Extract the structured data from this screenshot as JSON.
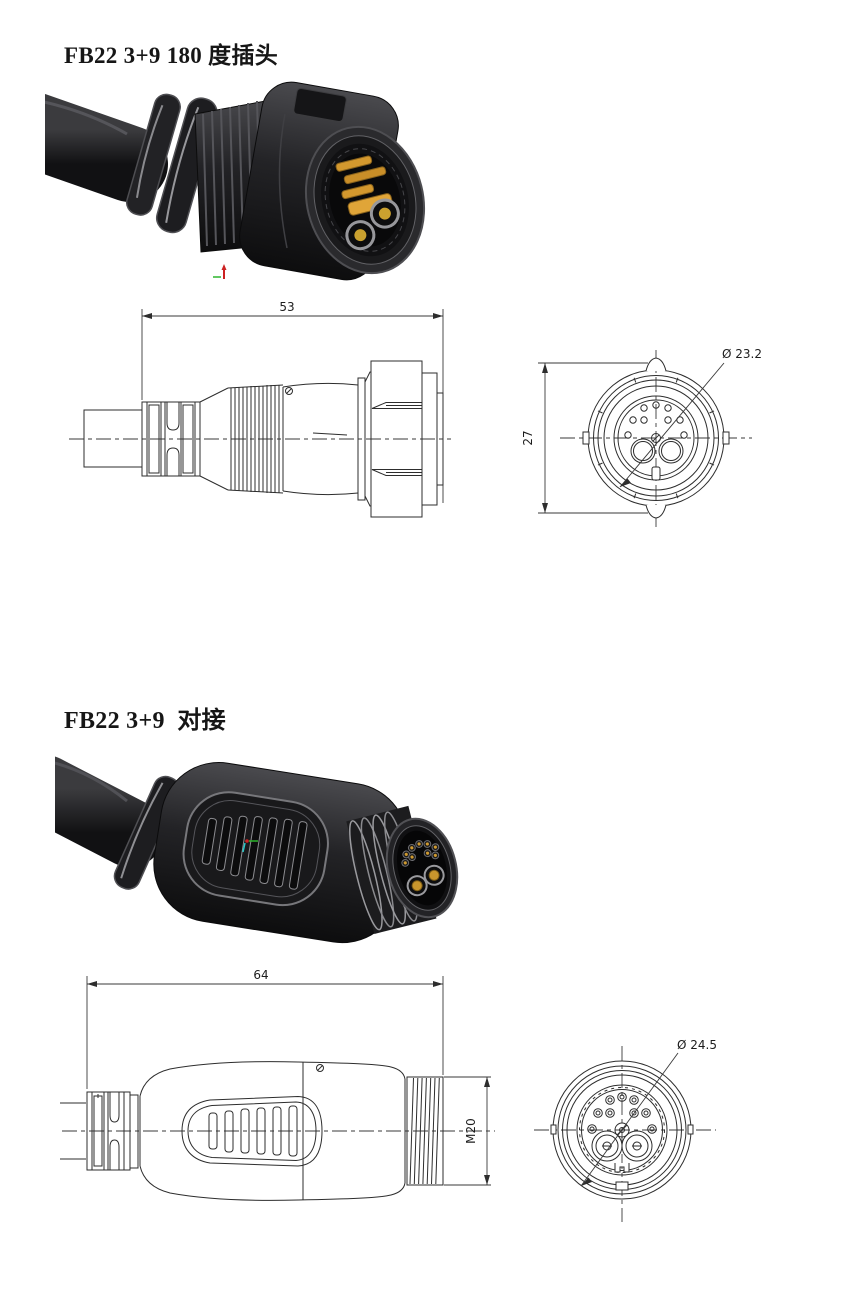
{
  "sections": [
    {
      "title": "FB22 3+9 180 度插头",
      "dims": {
        "length": "53",
        "height": "27",
        "diameter": "Ø 23.2"
      }
    },
    {
      "title": "FB22 3+9  对接",
      "dims": {
        "length": "64",
        "thread": "M20",
        "diameter": "Ø 24.5"
      }
    }
  ],
  "colors": {
    "drawing_line": "#2d2d2d",
    "connector_body_dark": "#1b1b1d",
    "connector_highlight": "#5a5a5e",
    "contact_gold": "#d3982e",
    "axis_red": "#cc2222",
    "axis_green": "#2db52d",
    "axis_cyan": "#28c8c8"
  }
}
